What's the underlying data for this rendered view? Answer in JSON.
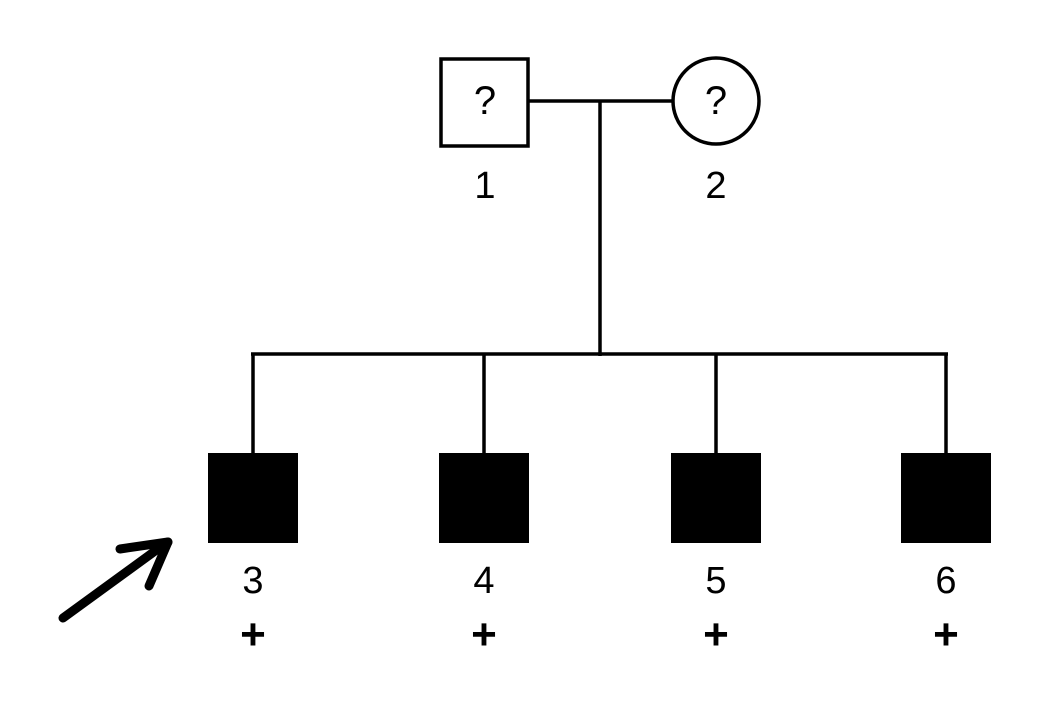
{
  "figure": {
    "kind": "pedigree-chart",
    "background_color": "#ffffff",
    "stroke_color": "#000000",
    "fill_affected_color": "#000000",
    "fill_unaffected_color": "#ffffff"
  },
  "generations": [
    {
      "name": "generation-i",
      "individuals": [
        {
          "id": "1",
          "label": "1",
          "shape": "square",
          "sex": "male",
          "status_text": "?",
          "affected": false,
          "filled": false,
          "affected_mark": "",
          "proband": false
        },
        {
          "id": "2",
          "label": "2",
          "shape": "circle",
          "sex": "female",
          "status_text": "?",
          "affected": false,
          "filled": false,
          "affected_mark": "",
          "proband": false
        }
      ]
    },
    {
      "name": "generation-ii",
      "individuals": [
        {
          "id": "3",
          "label": "3",
          "shape": "square",
          "sex": "male",
          "status_text": "",
          "affected": true,
          "filled": true,
          "affected_mark": "+",
          "proband": true
        },
        {
          "id": "4",
          "label": "4",
          "shape": "square",
          "sex": "male",
          "status_text": "",
          "affected": true,
          "filled": true,
          "affected_mark": "+",
          "proband": false
        },
        {
          "id": "5",
          "label": "5",
          "shape": "square",
          "sex": "male",
          "status_text": "",
          "affected": true,
          "filled": true,
          "affected_mark": "+",
          "proband": false
        },
        {
          "id": "6",
          "label": "6",
          "shape": "square",
          "sex": "male",
          "status_text": "",
          "affected": true,
          "filled": true,
          "affected_mark": "+",
          "proband": false
        }
      ]
    }
  ],
  "proband": {
    "indicator": "arrow",
    "points_to": "3"
  },
  "symbols": {
    "unknown_status": "?",
    "affected_marker": "+"
  }
}
